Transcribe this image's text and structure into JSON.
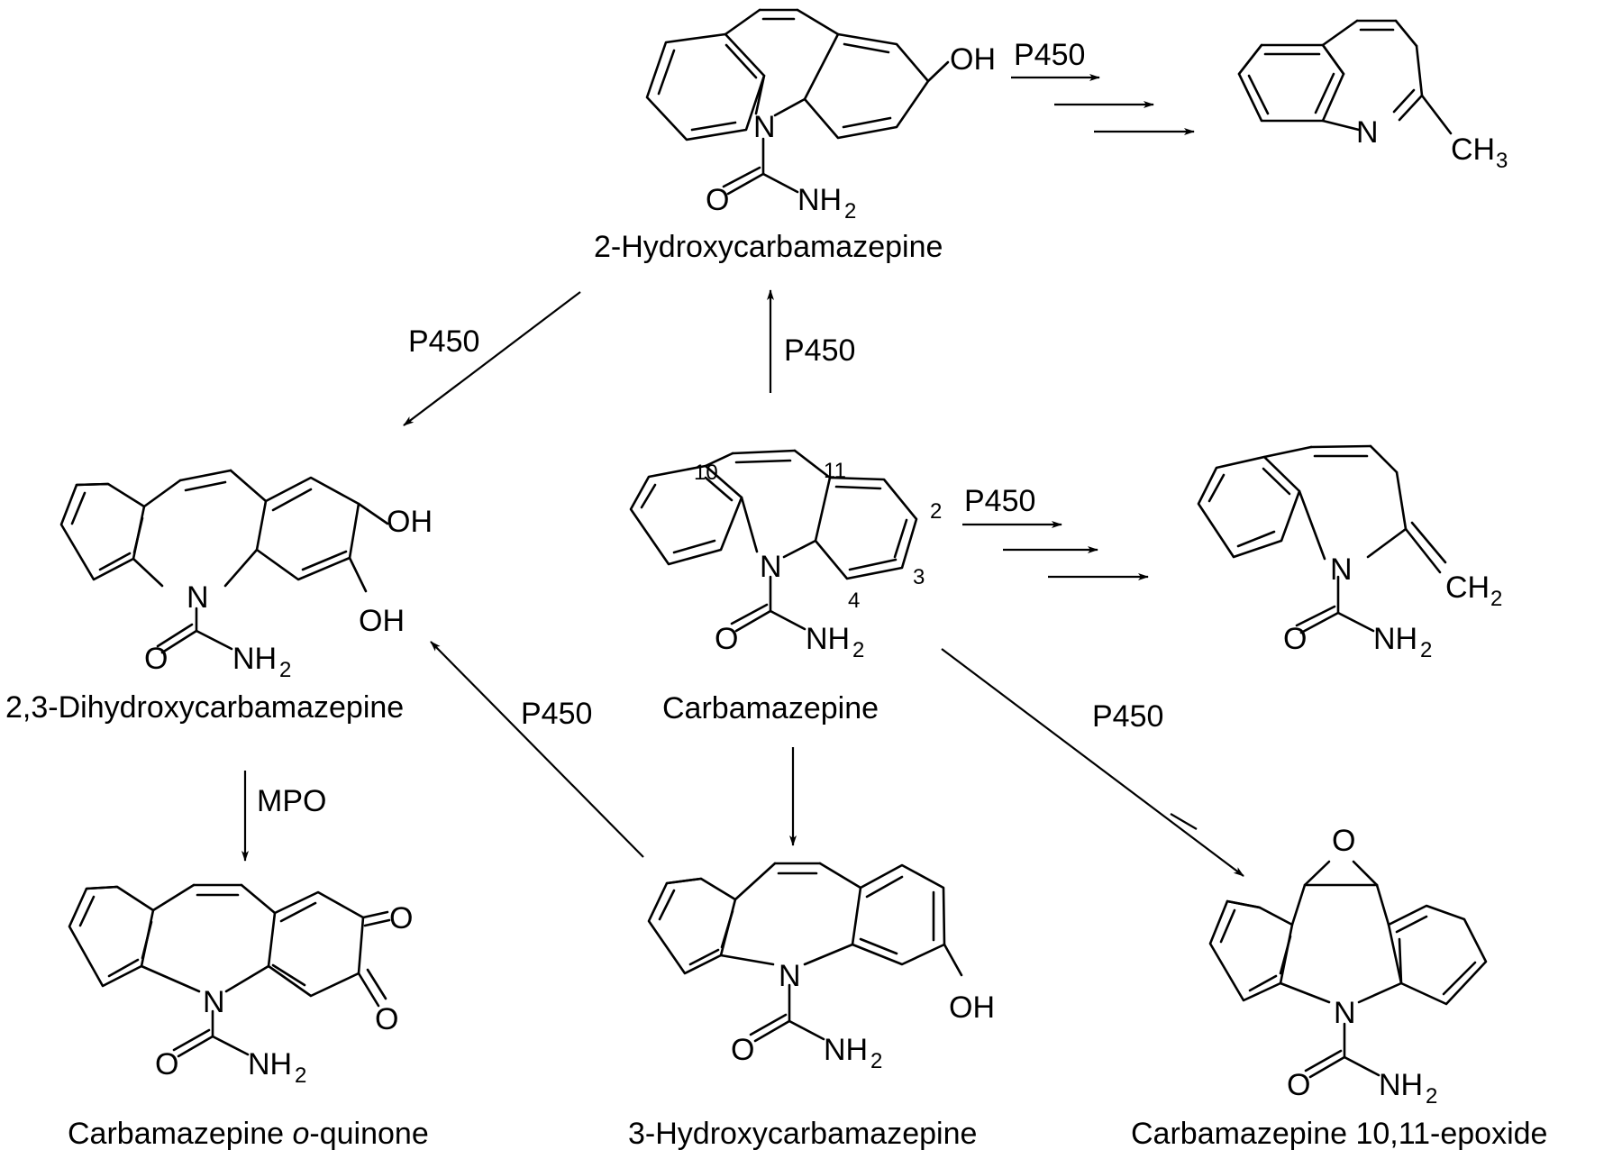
{
  "compounds": {
    "hydroxy2": "2-Hydroxycarbamazepine",
    "dihydroxy": "2,3-Dihydroxycarbamazepine",
    "carbamazepine": "Carbamazepine",
    "quinone_prefix": "Carbamazepine ",
    "quinone_italic": "o",
    "quinone_suffix": "-quinone",
    "hydroxy3": "3-Hydroxycarbamazepine",
    "epoxide": "Carbamazepine 10,11-epoxide"
  },
  "enzymes": {
    "p450_top_right": "P450",
    "p450_top_left": "P450",
    "p450_up": "P450",
    "p450_mid_right": "P450",
    "p450_lower_left": "P450",
    "p450_lower_right": "P450",
    "mpo": "MPO"
  },
  "atoms": {
    "oh": "OH",
    "o": "O",
    "n": "N",
    "nh": "NH",
    "ch": "CH",
    "two": "2",
    "three": "3"
  },
  "ring_numbers": {
    "n10": "10",
    "n11": "11",
    "n2": "2",
    "n3": "3",
    "n4": "4"
  }
}
